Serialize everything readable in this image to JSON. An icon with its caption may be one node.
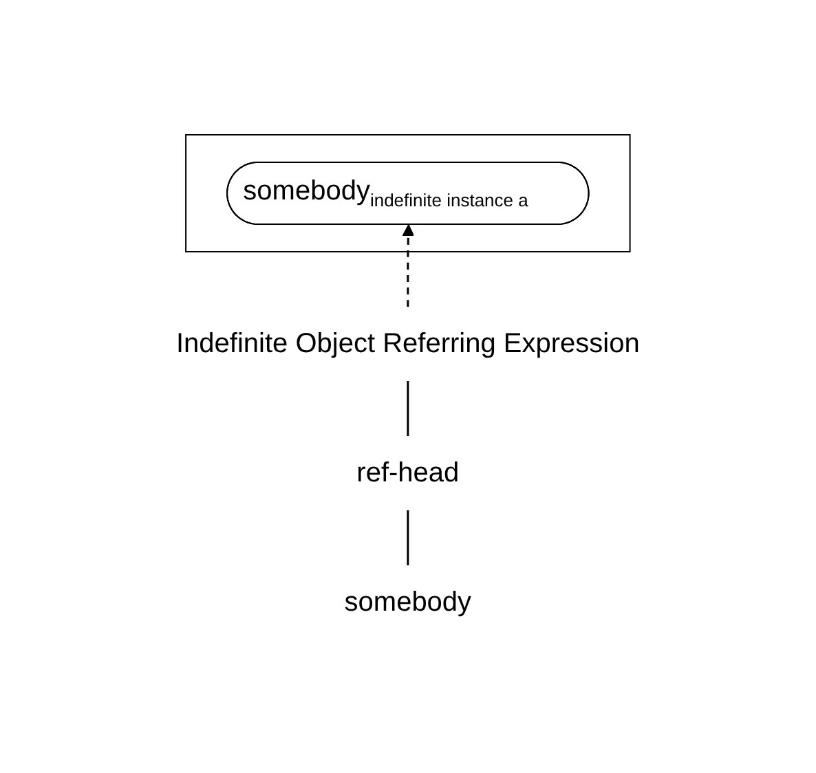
{
  "diagram": {
    "nodes": [
      {
        "text": [],
        "shape": "box"
      },
      {
        "text": [
          "somebody$_{indefinite instance a}$"
        ],
        "in": 0
      },
      {
        "text": [
          "Indefinite Object Referring Expression"
        ]
      },
      {
        "text": [
          "ref-head"
        ]
      },
      {
        "text": [
          "somebody"
        ]
      }
    ],
    "edges": [
      {
        "from": 2,
        "to": 1,
        "arrow": "to",
        "style": "dashed"
      },
      {
        "from": 2,
        "to": 3,
        "arrow": "none"
      },
      {
        "from": 3,
        "to": 4,
        "arrow": "none"
      }
    ]
  }
}
